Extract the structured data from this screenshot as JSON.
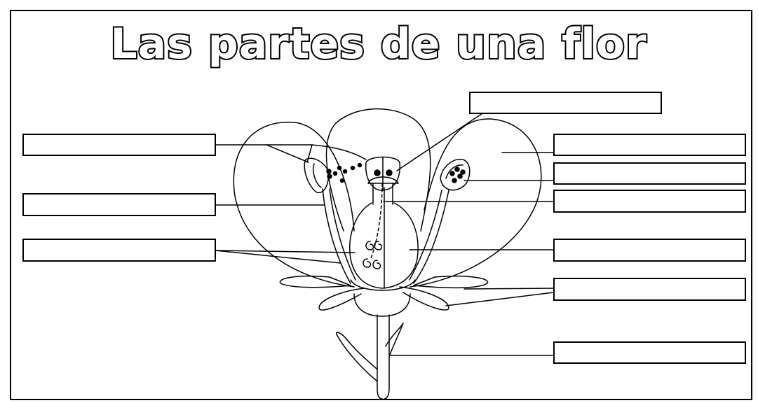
{
  "title": "Las partes de una flor",
  "label_boxes": [
    {
      "id": "box-left-1",
      "text": ""
    },
    {
      "id": "box-left-2",
      "text": ""
    },
    {
      "id": "box-left-3",
      "text": ""
    },
    {
      "id": "box-top-center",
      "text": ""
    },
    {
      "id": "box-right-1",
      "text": ""
    },
    {
      "id": "box-right-2",
      "text": ""
    },
    {
      "id": "box-right-3",
      "text": ""
    },
    {
      "id": "box-right-4",
      "text": ""
    },
    {
      "id": "box-right-5",
      "text": ""
    },
    {
      "id": "box-right-6",
      "text": ""
    }
  ]
}
